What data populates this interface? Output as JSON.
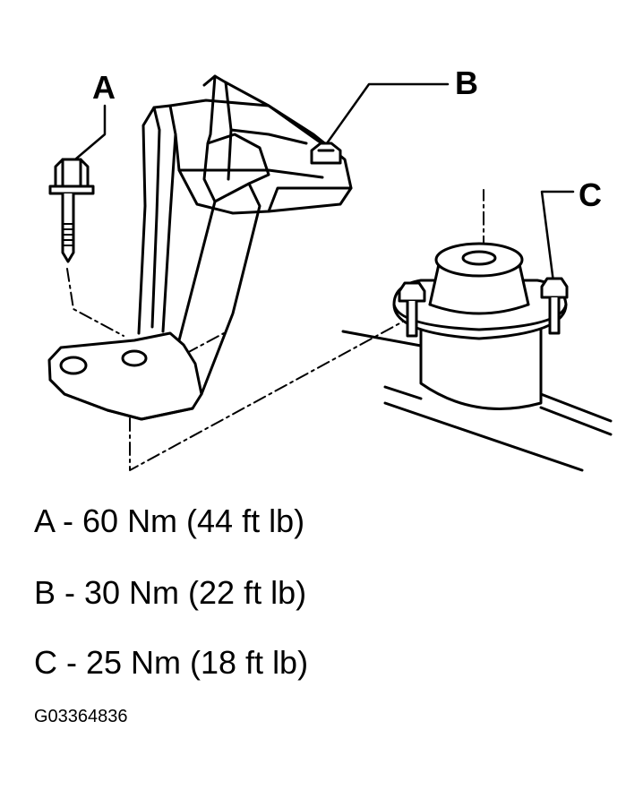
{
  "callouts": {
    "a": "A",
    "b": "B",
    "c": "C"
  },
  "torque_specs": [
    "A - 60 Nm (44 ft lb)",
    "B - 30 Nm (22 ft lb)",
    "C - 25 Nm (18 ft lb)"
  ],
  "figure_id": "G03364836"
}
